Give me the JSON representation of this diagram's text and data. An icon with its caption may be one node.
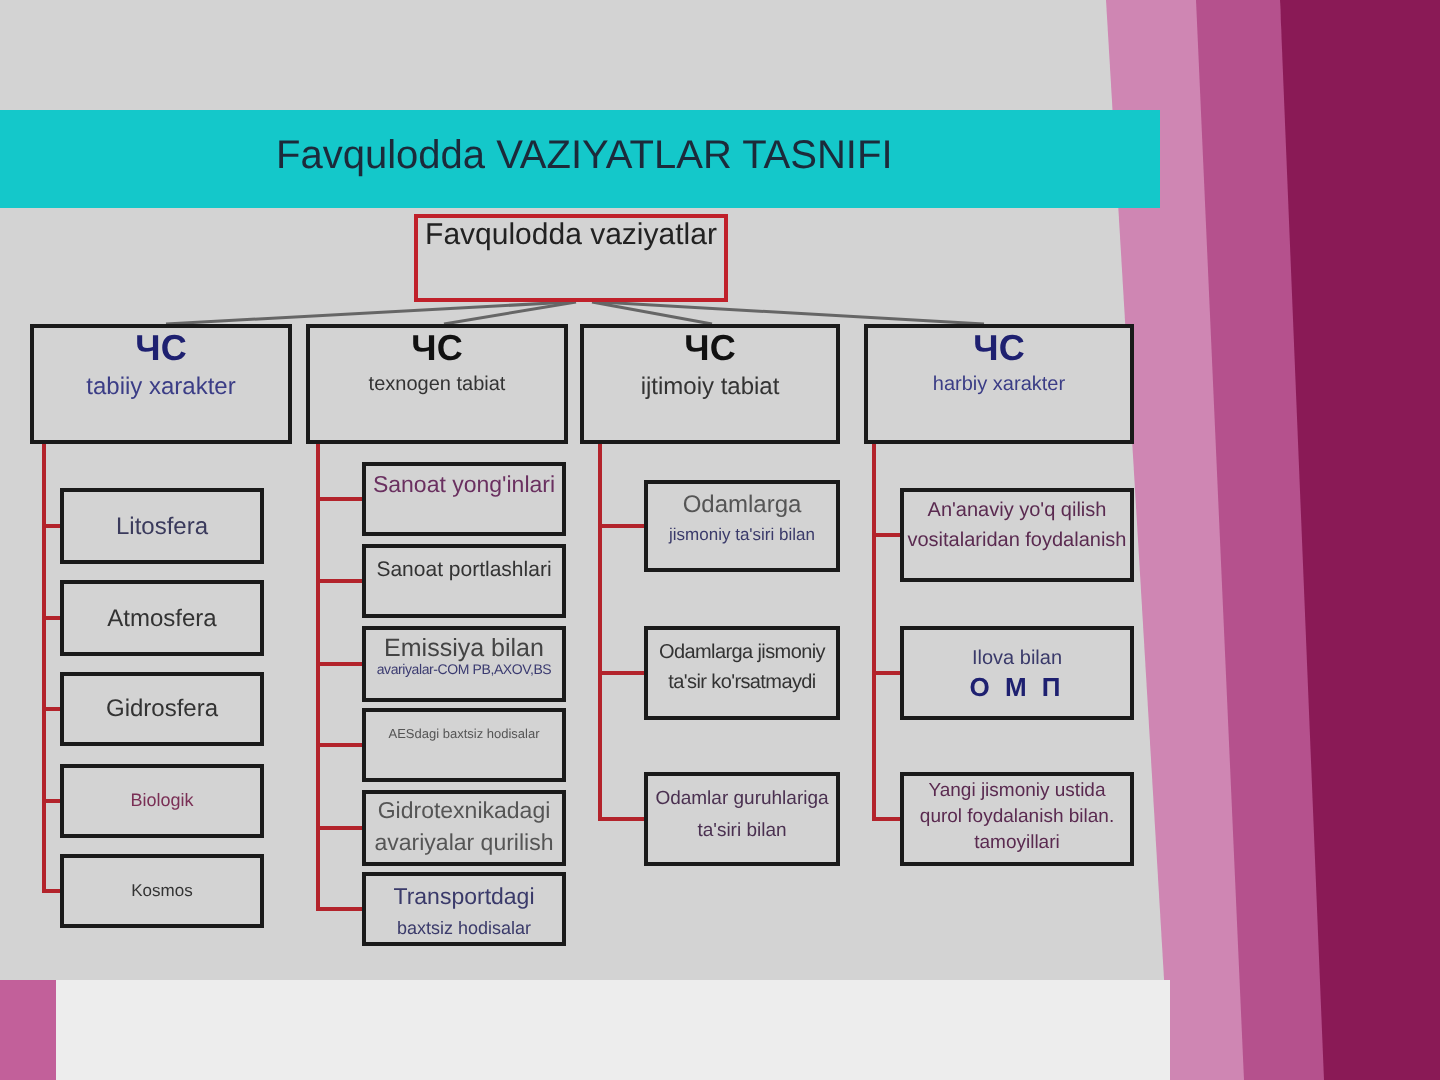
{
  "diagram": {
    "title": "Favqulodda VAZIYATLAR TASNIFI",
    "nodes": [
      {
        "text": [
          "Favqulodda vaziyatlar"
        ]
      },
      {
        "text": [
          "ЧС",
          "tabiiy xarakter"
        ]
      },
      {
        "text": [
          "ЧС",
          "texnogen tabiat"
        ]
      },
      {
        "text": [
          "ЧС",
          "ijtimoiy tabiat"
        ]
      },
      {
        "text": [
          "ЧС",
          "harbiy xarakter"
        ]
      },
      {
        "text": [
          "Litosfera"
        ]
      },
      {
        "text": [
          "Atmosfera"
        ]
      },
      {
        "text": [
          "Gidrosfera"
        ]
      },
      {
        "text": [
          "Biologik"
        ]
      },
      {
        "text": [
          "Kosmos"
        ]
      },
      {
        "text": [
          "Sanoat yong'inlari"
        ]
      },
      {
        "text": [
          "Sanoat portlashlari"
        ]
      },
      {
        "text": [
          "Emissiya bilan",
          "avariyalar-COM PB,AXOV,BS"
        ]
      },
      {
        "text": [
          "AESdagi baxtsiz hodisalar"
        ]
      },
      {
        "text": [
          "Gidrotexnikadagi avariyalar qurilish"
        ]
      },
      {
        "text": [
          "Transportdagi",
          "baxtsiz hodisalar"
        ]
      },
      {
        "text": [
          "Odamlarga",
          "jismoniy ta'siri bilan"
        ]
      },
      {
        "text": [
          "Odamlarga jismoniy ta'sir ko'rsatmaydi"
        ]
      },
      {
        "text": [
          "Odamlar guruhlariga ta'siri bilan"
        ]
      },
      {
        "text": [
          "An'anaviy yo'q qilish vositalaridan foydalanish"
        ]
      },
      {
        "text": [
          "Ilova bilan",
          "О М П"
        ]
      },
      {
        "text": [
          "Yangi jismoniy ustida qurol foydalanish bilan. tamoyillari"
        ]
      }
    ],
    "edges": [
      {
        "from": 0,
        "to": 1,
        "arrow": "none",
        "color": "#666666"
      },
      {
        "from": 0,
        "to": 2,
        "arrow": "none",
        "color": "#666666"
      },
      {
        "from": 0,
        "to": 3,
        "arrow": "none",
        "color": "#666666"
      },
      {
        "from": 0,
        "to": 4,
        "arrow": "none",
        "color": "#666666"
      },
      {
        "from": 1,
        "to": 5,
        "arrow": "none"
      },
      {
        "from": 1,
        "to": 6,
        "arrow": "none"
      },
      {
        "from": 1,
        "to": 7,
        "arrow": "none"
      },
      {
        "from": 1,
        "to": 8,
        "arrow": "none"
      },
      {
        "from": 1,
        "to": 9,
        "arrow": "none"
      },
      {
        "from": 2,
        "to": 10,
        "arrow": "none"
      },
      {
        "from": 2,
        "to": 11,
        "arrow": "none"
      },
      {
        "from": 2,
        "to": 12,
        "arrow": "none"
      },
      {
        "from": 2,
        "to": 13,
        "arrow": "none"
      },
      {
        "from": 2,
        "to": 14,
        "arrow": "none"
      },
      {
        "from": 2,
        "to": 15,
        "arrow": "none"
      },
      {
        "from": 3,
        "to": 16,
        "arrow": "none"
      },
      {
        "from": 3,
        "to": 17,
        "arrow": "none"
      },
      {
        "from": 3,
        "to": 18,
        "arrow": "none"
      },
      {
        "from": 4,
        "to": 19,
        "arrow": "none"
      },
      {
        "from": 4,
        "to": 20,
        "arrow": "none"
      },
      {
        "from": 4,
        "to": 21,
        "arrow": "none"
      }
    ]
  }
}
